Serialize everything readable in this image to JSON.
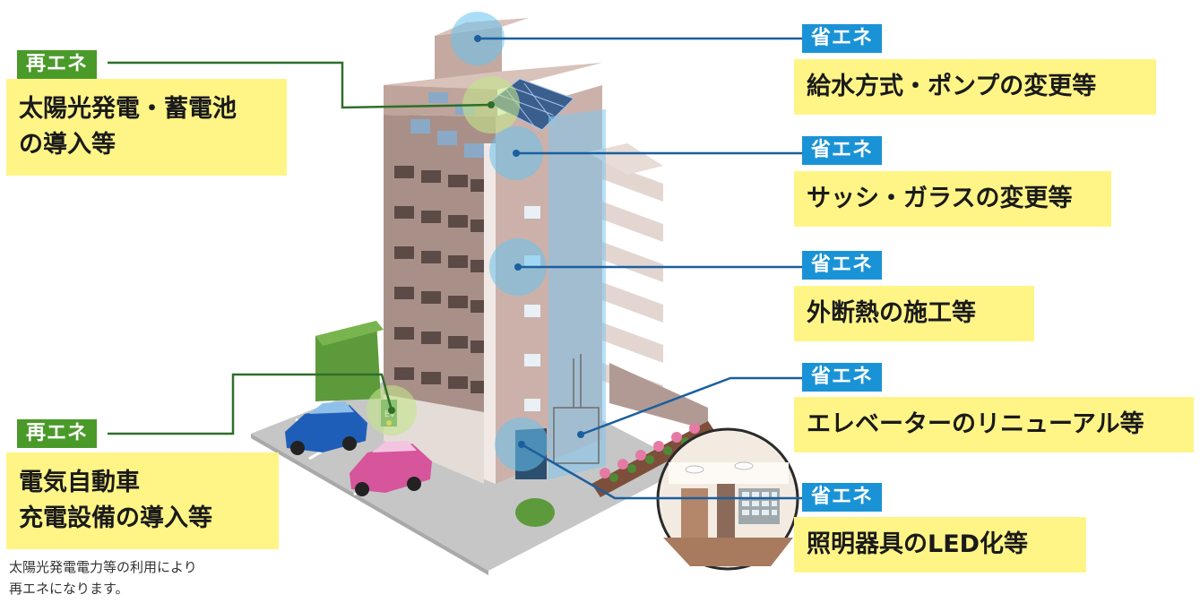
{
  "labels": {
    "renew_tag": "再エネ",
    "save_tag": "省エネ"
  },
  "items": {
    "solar": "太陽光発電・蓄電池の導入等",
    "ev": "電気自動車充電設備の導入等",
    "pump": "給水方式・ポンプの変更等",
    "sash": "サッシ・ガラスの変更等",
    "insulation": "外断熱の施工等",
    "elevator": "エレベーターのリニューアル等",
    "lighting": "照明器具のLED化等"
  },
  "solar_lines": [
    "太陽光発電・蓄電池",
    "の導入等"
  ],
  "ev_lines": [
    "電気自動車",
    "充電設備の導入等"
  ],
  "note_lines": [
    "太陽光発電電力等の利用により",
    "再エネになります。"
  ],
  "ev_sign": "EV",
  "colors": {
    "renew": "#4a9a2a",
    "save": "#1a93d6",
    "box": "#fff587",
    "line_green": "#2f6e2a",
    "line_blue": "#1b5f9e"
  }
}
